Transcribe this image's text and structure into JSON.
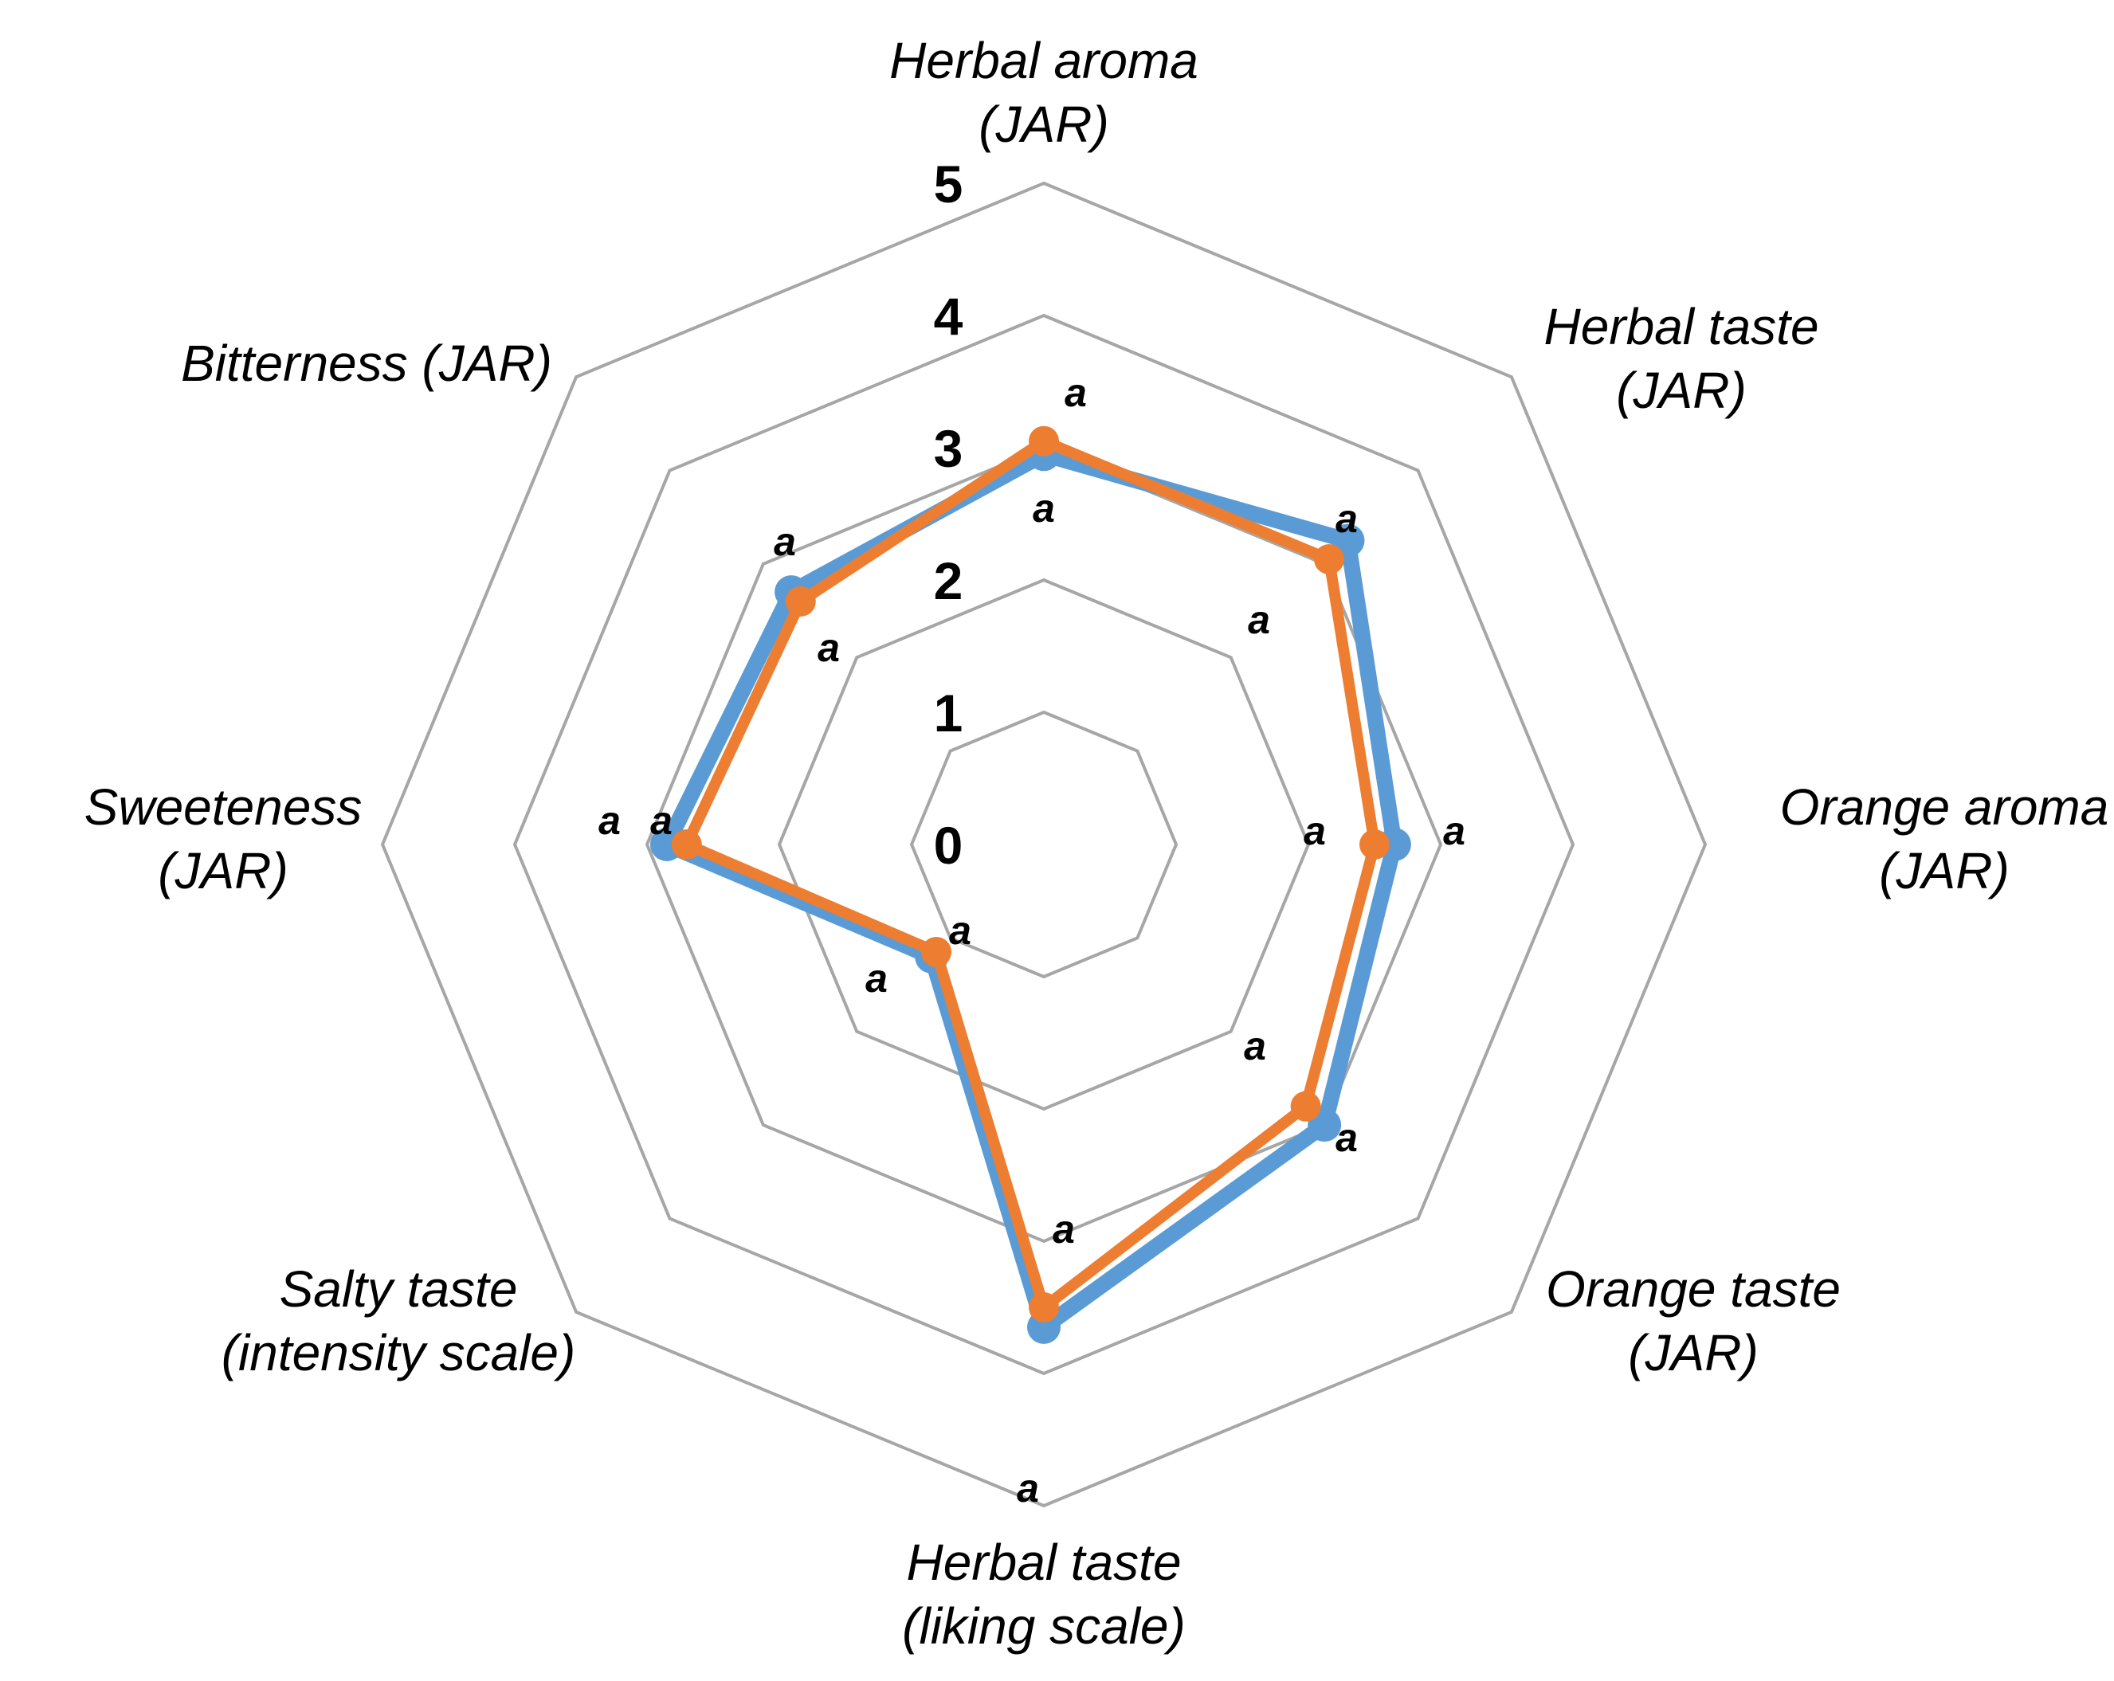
{
  "chart_data": {
    "type": "radar",
    "categories": [
      [
        "Herbal aroma",
        "(JAR)"
      ],
      [
        "Herbal taste",
        "(JAR)"
      ],
      [
        "Orange aroma",
        "(JAR)"
      ],
      [
        "Orange taste",
        "(JAR)"
      ],
      [
        "Herbal taste",
        "(liking scale)"
      ],
      [
        "Salty taste",
        "(intensity scale)"
      ],
      [
        "Sweeteness",
        "(JAR)"
      ],
      [
        "Bitterness (JAR)"
      ]
    ],
    "rlim": [
      0,
      5
    ],
    "ticks": [
      "0",
      "1",
      "2",
      "3",
      "4",
      "5"
    ],
    "grid": true,
    "legend": "none",
    "series": [
      {
        "color": "#5b9bd5",
        "values": [
          2.95,
          3.25,
          2.65,
          3.0,
          3.65,
          1.2,
          2.85,
          2.7
        ],
        "sig_labels": [
          "a",
          "a",
          "a",
          "a",
          "a",
          "a",
          "a",
          "a"
        ]
      },
      {
        "color": "#ed7d31",
        "values": [
          3.05,
          3.05,
          2.5,
          2.8,
          3.5,
          1.15,
          2.7,
          2.6
        ],
        "sig_labels": [
          "a",
          "a",
          "a",
          "a",
          "a",
          "a",
          "a",
          "a"
        ]
      }
    ]
  }
}
